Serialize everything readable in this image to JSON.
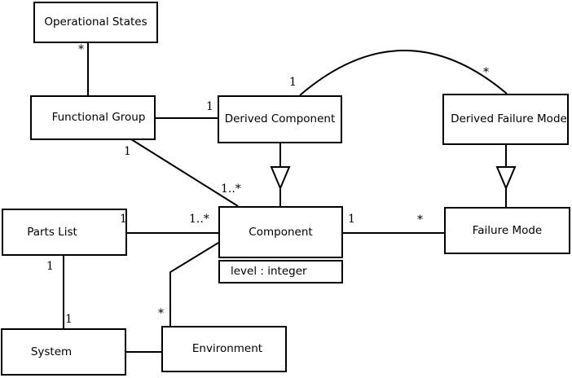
{
  "diagram": {
    "classes": {
      "operational_states": "Operational States",
      "functional_group": "Functional Group",
      "derived_component": "Derived Component",
      "derived_failure_mode": "Derived Failure Mode",
      "parts_list": "Parts List",
      "component": "Component",
      "failure_mode": "Failure Mode",
      "system": "System",
      "environment": "Environment"
    },
    "attributes": {
      "component_level": "level : integer"
    },
    "multiplicities": {
      "operational_states_end": "*",
      "functional_group_derived_component": "1",
      "derived_component_arc": "1",
      "derived_failure_mode_arc": "*",
      "functional_group_component_one": "1",
      "functional_group_component_many": "1..*",
      "parts_list_component_one": "1",
      "parts_list_component_many": "1..*",
      "component_failure_mode_one": "1",
      "component_failure_mode_many": "*",
      "parts_list_system_upper": "1",
      "parts_list_system_lower": "1",
      "environment_component": "*"
    },
    "relationships": [
      {
        "from": "Operational States",
        "to": "Functional Group",
        "type": "association",
        "from_label": "*"
      },
      {
        "from": "Functional Group",
        "to": "Derived Component",
        "type": "association",
        "to_label": "1"
      },
      {
        "from": "Derived Component",
        "to": "Derived Failure Mode",
        "type": "association-arc",
        "from_label": "1",
        "to_label": "*"
      },
      {
        "from": "Derived Component",
        "to": "Component",
        "type": "generalization"
      },
      {
        "from": "Derived Failure Mode",
        "to": "Failure Mode",
        "type": "generalization"
      },
      {
        "from": "Functional Group",
        "to": "Component",
        "type": "association",
        "from_label": "1",
        "to_label": "1..*"
      },
      {
        "from": "Parts List",
        "to": "Component",
        "type": "association",
        "from_label": "1",
        "to_label": "1..*"
      },
      {
        "from": "Component",
        "to": "Failure Mode",
        "type": "association",
        "from_label": "1",
        "to_label": "*"
      },
      {
        "from": "Parts List",
        "to": "System",
        "type": "association",
        "from_label": "1",
        "to_label": "1"
      },
      {
        "from": "System",
        "to": "Environment",
        "type": "association"
      },
      {
        "from": "Environment",
        "to": "Component",
        "type": "association",
        "from_label": "*"
      }
    ],
    "colors": {
      "line": "#000000",
      "box_fill": "#ffffff",
      "background": "#ffffff"
    }
  }
}
